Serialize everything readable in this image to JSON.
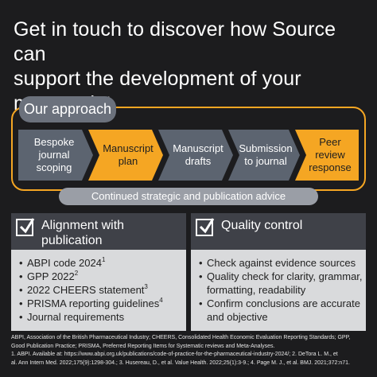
{
  "headline": {
    "line1": "Get in touch to discover how Source can",
    "line2": "support the development of your",
    "line3": "manuscript"
  },
  "approach": {
    "badge": "Our approach",
    "steps": [
      {
        "lines": [
          "Bespoke",
          "journal",
          "scoping"
        ],
        "color": "#5c6470"
      },
      {
        "lines": [
          "Manuscript",
          "plan"
        ],
        "color": "#f5a623"
      },
      {
        "lines": [
          "Manuscript",
          "drafts"
        ],
        "color": "#5c6470"
      },
      {
        "lines": [
          "Submission",
          "to journal"
        ],
        "color": "#5c6470"
      },
      {
        "lines": [
          "Peer",
          "review",
          "response"
        ],
        "color": "#f5a623"
      }
    ],
    "advice": "Continued strategic and publication advice"
  },
  "alignment": {
    "title_line1": "Alignment with publication",
    "title_line2": "guidelines",
    "items": [
      {
        "text": "ABPI code 2024",
        "sup": "1"
      },
      {
        "text": "GPP 2022",
        "sup": "2"
      },
      {
        "text": "2022 CHEERS statement",
        "sup": "3"
      },
      {
        "text": "PRISMA reporting guidelines",
        "sup": "4"
      },
      {
        "text": "Journal requirements",
        "sup": ""
      }
    ]
  },
  "quality": {
    "title": "Quality control",
    "items": [
      "Check against evidence sources",
      "Quality check for clarity, grammar,",
      "formatting, readability",
      "Confirm conclusions are accurate",
      "and objective"
    ]
  },
  "footnote": {
    "line1": "ABPI, Association of the British Pharmaceutical Industry; CHEERS, Consolidated Health Economic Evaluation Reporting Standards; GPP,",
    "line2": "Good Publication Practice; PRISMA, Preferred Reporting Items for Systematic reviews and Meta-Analyses.",
    "line3": "1. ABPI. Available at: https://www.abpi.org.uk/publications/code-of-practice-for-the-pharmaceutical-industry-2024/; 2. DeTora L. M., et",
    "line4": "al. Ann Intern Med. 2022;175(9):1298-304.; 3. Husereau, D., et al. Value Health. 2022;25(1):3-9.; 4. Page M. J., et al. BMJ. 2021;372:n71."
  },
  "colors": {
    "accent": "#f5a623",
    "step_grey": "#5c6470",
    "panel_head": "#3f4148",
    "panel_body": "#d9dadc",
    "background": "#1c1c1e"
  }
}
